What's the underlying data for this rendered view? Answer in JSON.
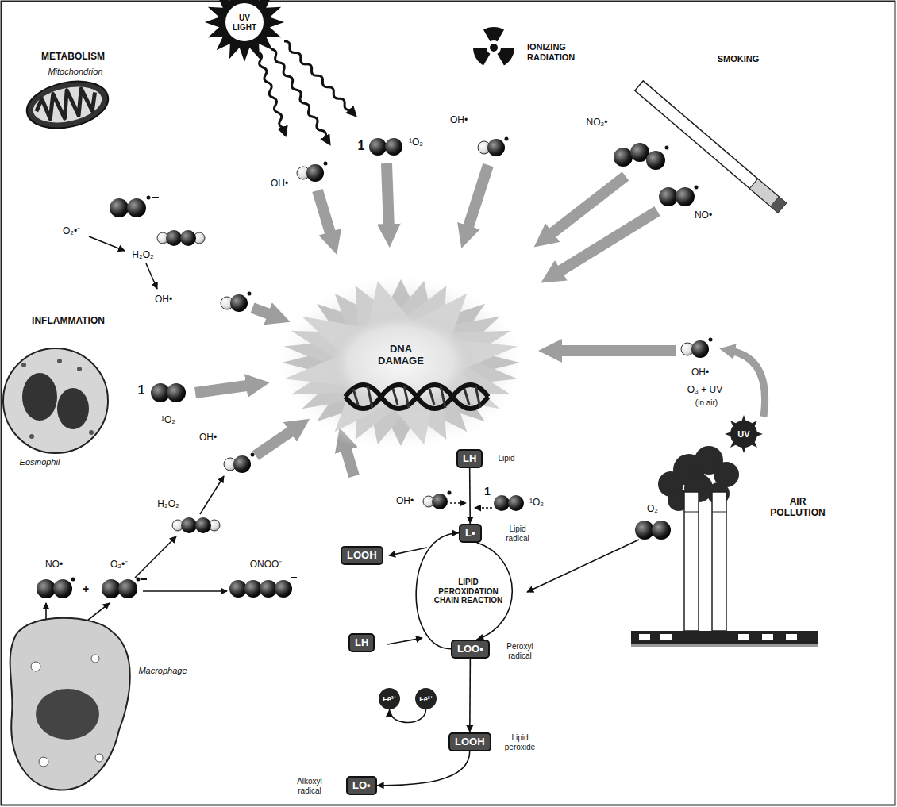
{
  "diagram": {
    "nodes": [
      {
        "text": [
          "DNA DAMAGE"
        ]
      },
      {
        "text": [
          "LH"
        ]
      },
      {
        "text": [
          "L•"
        ]
      },
      {
        "text": [
          "LOOH"
        ]
      },
      {
        "text": [
          "LOO•"
        ]
      },
      {
        "text": [
          "LH"
        ]
      },
      {
        "text": [
          "Fe³⁺"
        ]
      },
      {
        "text": [
          "Fe²⁺"
        ]
      },
      {
        "text": [
          "LOOH"
        ]
      },
      {
        "text": [
          "LO•"
        ]
      }
    ],
    "edges": [
      {
        "from": 1,
        "to": 2,
        "arrow": "to"
      },
      {
        "from": 2,
        "to": 4,
        "arrow": "to"
      },
      {
        "from": 4,
        "to": 2,
        "arrow": "to"
      },
      {
        "from": 4,
        "to": 8,
        "arrow": "to"
      },
      {
        "from": 8,
        "to": 9,
        "arrow": "to"
      },
      {
        "from": 7,
        "to": 6,
        "arrow": "to"
      }
    ],
    "labels": [
      "UV LIGHT",
      "METABOLISM",
      "IONIZING RADIATION",
      "Mitochondrion",
      "SMOKING",
      "NO₂•",
      "OH•",
      "1",
      "¹O₂",
      "OH•",
      "O₂•⁻",
      "NO•",
      "H₂O₂",
      "OH•",
      "INFLAMMATION",
      "OH•",
      "1",
      "O₃ + UV",
      "(in air)",
      "¹O₂",
      "UV",
      "OH•",
      "Eosinophil",
      "Lipid",
      "H₂O₂",
      "OH•",
      "1",
      "¹O₂",
      "AIR POLLUTION",
      "O₂",
      "Lipid radical",
      "NO•",
      "O₂•⁻",
      "ONOO⁻",
      "+",
      "LIPID PEROXIDATION CHAIN REACTION",
      "Peroxyl radical",
      "Macrophage",
      "Lipid peroxide",
      "Alkoxyl radical"
    ]
  }
}
